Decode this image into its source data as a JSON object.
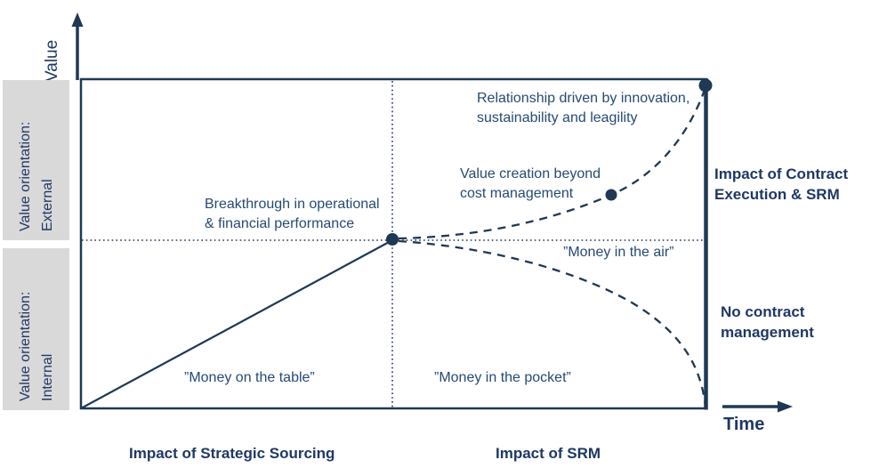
{
  "colors": {
    "navy_line": "#1f3854",
    "annotation_text": "#264a73",
    "bold_text": "#1f3864",
    "panel_bg": "#d9d9d9",
    "chart_bg": "#ffffff"
  },
  "axes": {
    "value_label": "Value",
    "time_label": "Time"
  },
  "panels": {
    "external": {
      "line1": "Value orientation:",
      "line2": "External"
    },
    "internal": {
      "line1": "Value orientation:",
      "line2": "Internal"
    }
  },
  "annotations": {
    "breakthrough": {
      "line1": "Breakthrough in operational",
      "line2": "& financial performance"
    },
    "relationship": {
      "line1": "Relationship driven by innovation,",
      "line2": "sustainability and leagility"
    },
    "value_creation": {
      "line1": "Value creation beyond",
      "line2": "cost management"
    },
    "money_air": "”Money in the air”",
    "money_table": "”Money on the table”",
    "money_pocket": "”Money in the pocket”"
  },
  "right_labels": {
    "contract_execution": {
      "line1": "Impact of Contract",
      "line2": "Execution & SRM"
    },
    "no_contract": {
      "line1": "No contract",
      "line2": "management"
    }
  },
  "bottom_labels": {
    "strategic_sourcing": "Impact of Strategic Sourcing",
    "srm": "Impact of SRM"
  }
}
